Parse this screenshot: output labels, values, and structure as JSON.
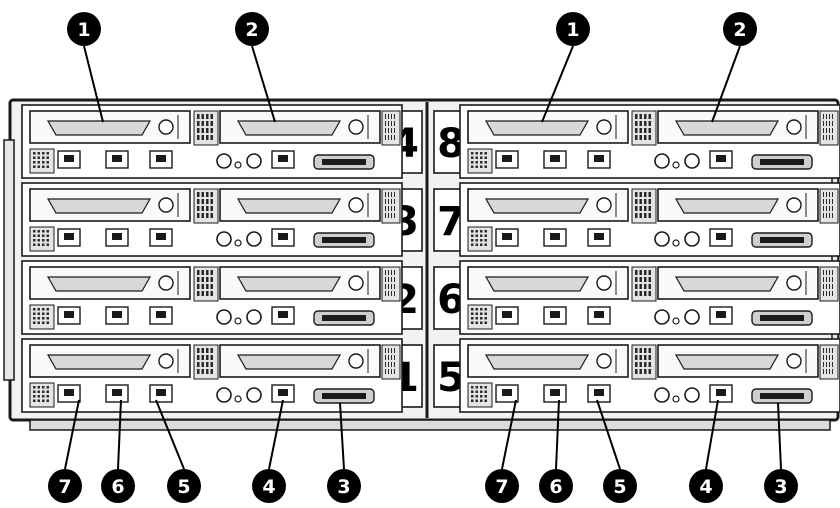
{
  "top_callouts": [
    {
      "label": "1"
    },
    {
      "label": "2"
    },
    {
      "label": "1"
    },
    {
      "label": "2"
    }
  ],
  "bottom_callouts": [
    {
      "label": "7"
    },
    {
      "label": "6"
    },
    {
      "label": "5"
    },
    {
      "label": "4"
    },
    {
      "label": "3"
    },
    {
      "label": "7"
    },
    {
      "label": "6"
    },
    {
      "label": "5"
    },
    {
      "label": "4"
    },
    {
      "label": "3"
    }
  ],
  "left_bays": [
    "4",
    "3",
    "2",
    "1"
  ],
  "right_bays": [
    "8",
    "7",
    "6",
    "5"
  ]
}
